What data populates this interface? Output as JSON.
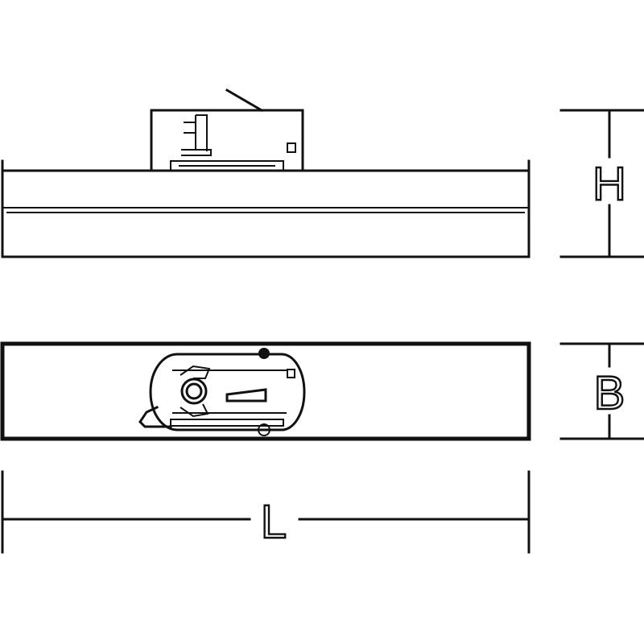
{
  "dimensions": {
    "height_label": "H",
    "width_label": "B",
    "length_label": "L"
  },
  "colors": {
    "line": "#111111",
    "background": "#ffffff"
  }
}
